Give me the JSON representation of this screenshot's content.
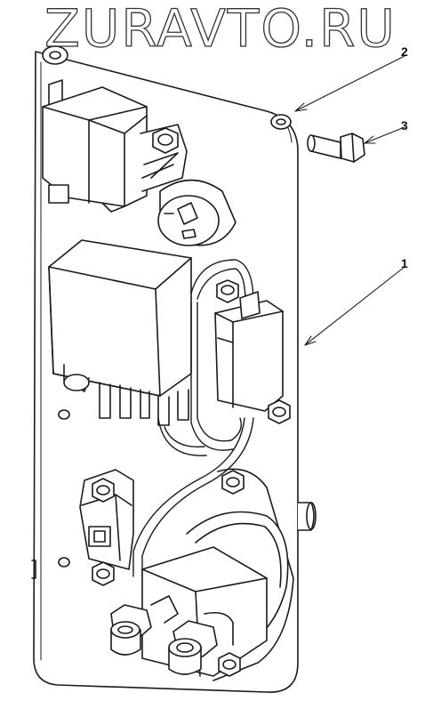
{
  "watermark": "ZURAVTO.RU",
  "callouts": [
    {
      "id": "1",
      "label": "1"
    },
    {
      "id": "2",
      "label": "2"
    },
    {
      "id": "3",
      "label": "3"
    }
  ],
  "stroke_color": "#1a1a1a"
}
